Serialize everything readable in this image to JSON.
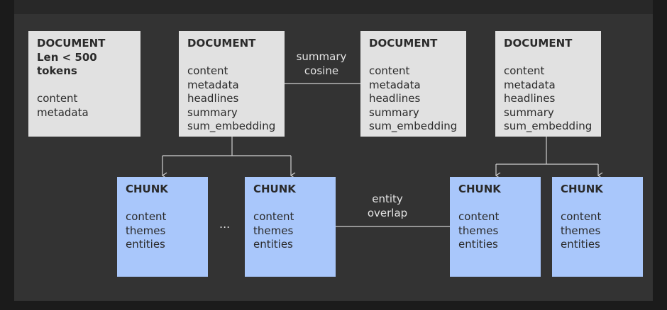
{
  "doc_small": {
    "title": "DOCUMENT",
    "subtitle": "Len < 500 tokens",
    "fields": [
      "content",
      "metadata"
    ]
  },
  "doc_a": {
    "title": "DOCUMENT",
    "fields": [
      "content",
      "metadata",
      "headlines",
      "summary",
      "sum_embedding"
    ]
  },
  "doc_b": {
    "title": "DOCUMENT",
    "fields": [
      "content",
      "metadata",
      "headlines",
      "summary",
      "sum_embedding"
    ]
  },
  "doc_c": {
    "title": "DOCUMENT",
    "fields": [
      "content",
      "metadata",
      "headlines",
      "summary",
      "sum_embedding"
    ]
  },
  "chunk_1": {
    "title": "CHUNK",
    "fields": [
      "content",
      "themes",
      "entities"
    ]
  },
  "chunk_2": {
    "title": "CHUNK",
    "fields": [
      "content",
      "themes",
      "entities"
    ]
  },
  "chunk_3": {
    "title": "CHUNK",
    "fields": [
      "content",
      "themes",
      "entities"
    ]
  },
  "chunk_4": {
    "title": "CHUNK",
    "fields": [
      "content",
      "themes",
      "entities"
    ]
  },
  "edges": {
    "summary_cosine": [
      "summary",
      "cosine"
    ],
    "entity_overlap": [
      "entity",
      "overlap"
    ]
  },
  "ellipsis": "...",
  "colors": {
    "document_fill": "#e1e1e1",
    "chunk_fill": "#a9c7fb",
    "panel": "#333333",
    "connector": "#d0d0d0"
  }
}
